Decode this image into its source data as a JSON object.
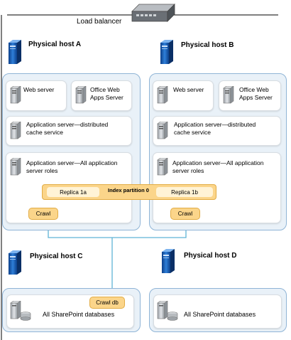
{
  "load_balancer": {
    "label": "Load balancer"
  },
  "hosts": {
    "a": {
      "label": "Physical host A",
      "web_server": "Web server",
      "office_web_apps": [
        "Office Web",
        "Apps Server"
      ],
      "app_cache": [
        "Application server—distributed",
        "cache service"
      ],
      "app_all": [
        "Application server—All application",
        "server roles"
      ],
      "crawl": "Crawl"
    },
    "b": {
      "label": "Physical host B",
      "web_server": "Web server",
      "office_web_apps": [
        "Office Web",
        "Apps Server"
      ],
      "app_cache": [
        "Application server—distributed",
        "cache service"
      ],
      "app_all": [
        "Application server—All application",
        "server roles"
      ],
      "crawl": "Crawl"
    },
    "c": {
      "label": "Physical host C",
      "databases": "All SharePoint databases",
      "crawl_db": "Crawl db"
    },
    "d": {
      "label": "Physical host D",
      "databases": "All SharePoint databases"
    }
  },
  "index_partition": {
    "label": "Index partition 0",
    "replica_a": "Replica 1a",
    "replica_b": "Replica 1b"
  },
  "colors": {
    "panel": "#e9f1f8",
    "panel_border": "#8fb4d6",
    "role": "#fbd58a",
    "connector": "#5fb3d6",
    "server": "#1a5fb4"
  }
}
